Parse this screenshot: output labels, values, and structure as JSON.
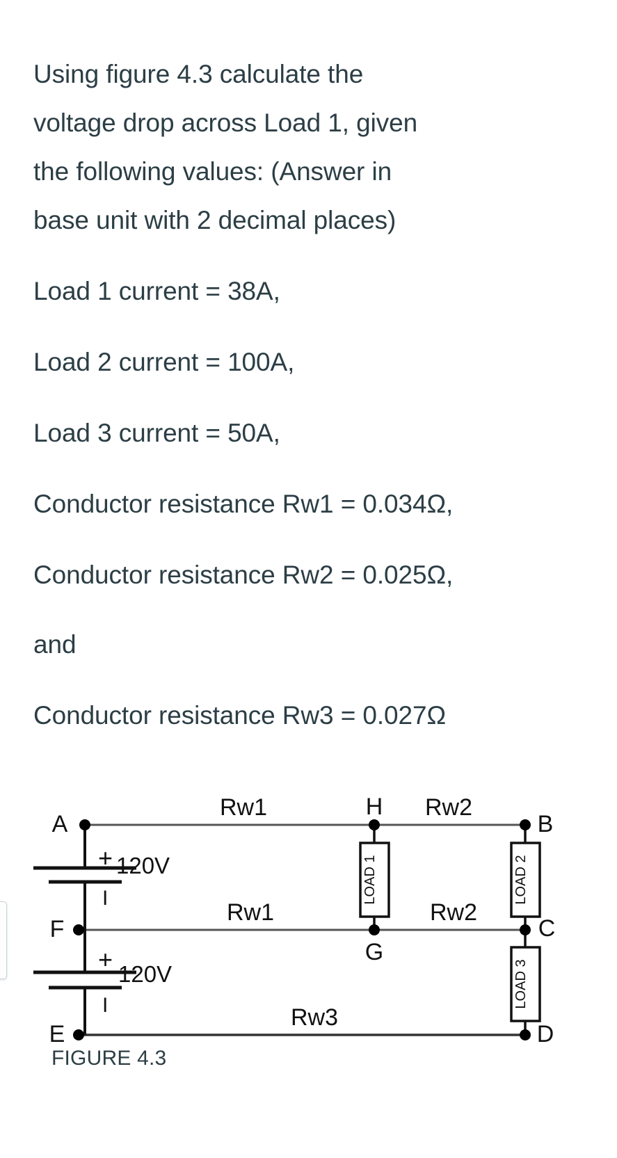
{
  "question": {
    "prompt_lines": [
      "Using figure 4.3 calculate the",
      "voltage drop across Load 1, given",
      "the following values: (Answer in",
      "base unit with 2 decimal places)"
    ],
    "givens": [
      "Load 1 current = 38A,",
      "Load 2 current = 100A,",
      "Load 3 current = 50A,",
      "Conductor resistance Rw1 = 0.034Ω,",
      "Conductor resistance Rw2 = 0.025Ω,",
      "and",
      "Conductor resistance Rw3 = 0.027Ω"
    ]
  },
  "figure": {
    "caption": "FIGURE 4.3",
    "nodes": {
      "a": "A",
      "b": "B",
      "c": "C",
      "d": "D",
      "e": "E",
      "f": "F",
      "g": "G",
      "h": "H"
    },
    "conductors": {
      "top": "Rw1",
      "top_right": "Rw2",
      "middle": "Rw1",
      "middle_right": "Rw2",
      "bottom": "Rw3"
    },
    "loads": {
      "load1": "LOAD 1",
      "load2": "LOAD 2",
      "load3": "LOAD 3"
    },
    "sources": {
      "upper_voltage": "120V",
      "lower_voltage": "120V",
      "plus_upper": "+",
      "minus_upper": "I",
      "plus_lower": "+",
      "minus_lower": "I"
    },
    "colors": {
      "ink": "#000000",
      "wire": "#4a4a4a",
      "text": "#2c3e45"
    }
  }
}
